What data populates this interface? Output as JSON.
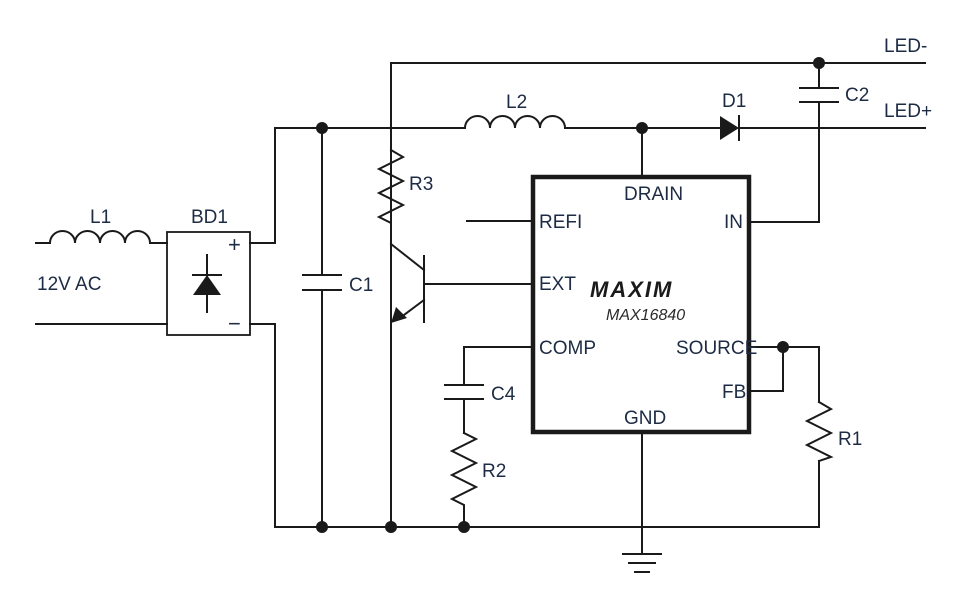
{
  "diagram": {
    "type": "circuit-schematic",
    "ic": {
      "brand": "MAXIM",
      "part_number": "MAX16840",
      "pins": {
        "drain": "DRAIN",
        "refi": "REFI",
        "in": "IN",
        "ext": "EXT",
        "comp": "COMP",
        "source": "SOURCE",
        "fb": "FB",
        "gnd": "GND"
      }
    },
    "components": {
      "l1": "L1",
      "bd1": "BD1",
      "bd1_plus": "+",
      "bd1_minus": "−",
      "c1": "C1",
      "r3": "R3",
      "l2": "L2",
      "d1": "D1",
      "c2": "C2",
      "c4": "C4",
      "r2": "R2",
      "r1": "R1"
    },
    "terminals": {
      "input": "12V AC",
      "led_minus": "LED-",
      "led_plus": "LED+"
    }
  }
}
